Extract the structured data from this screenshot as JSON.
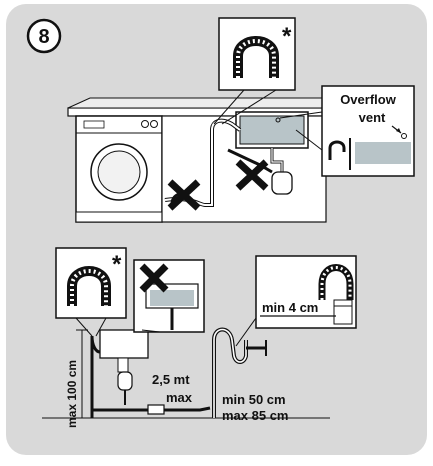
{
  "step_number": "8",
  "asterisk": "*",
  "labels": {
    "overflow_line1": "Overflow",
    "overflow_line2": "vent",
    "min_4cm": "min 4 cm",
    "max_100cm": "max 100 cm",
    "length_line1": "2,5 mt",
    "length_line2": "max",
    "min_50cm": "min 50 cm",
    "max_85cm": "max 85 cm"
  },
  "colors": {
    "panel_background": "#d9d9d9",
    "outline": "#111111",
    "water": "#b8c4c8",
    "counter": "#bdbdbd"
  },
  "icons": [
    "u-hook-icon",
    "cross-icon",
    "washing-machine-icon",
    "sink-icon",
    "standpipe-icon",
    "wall-tap-icon"
  ]
}
